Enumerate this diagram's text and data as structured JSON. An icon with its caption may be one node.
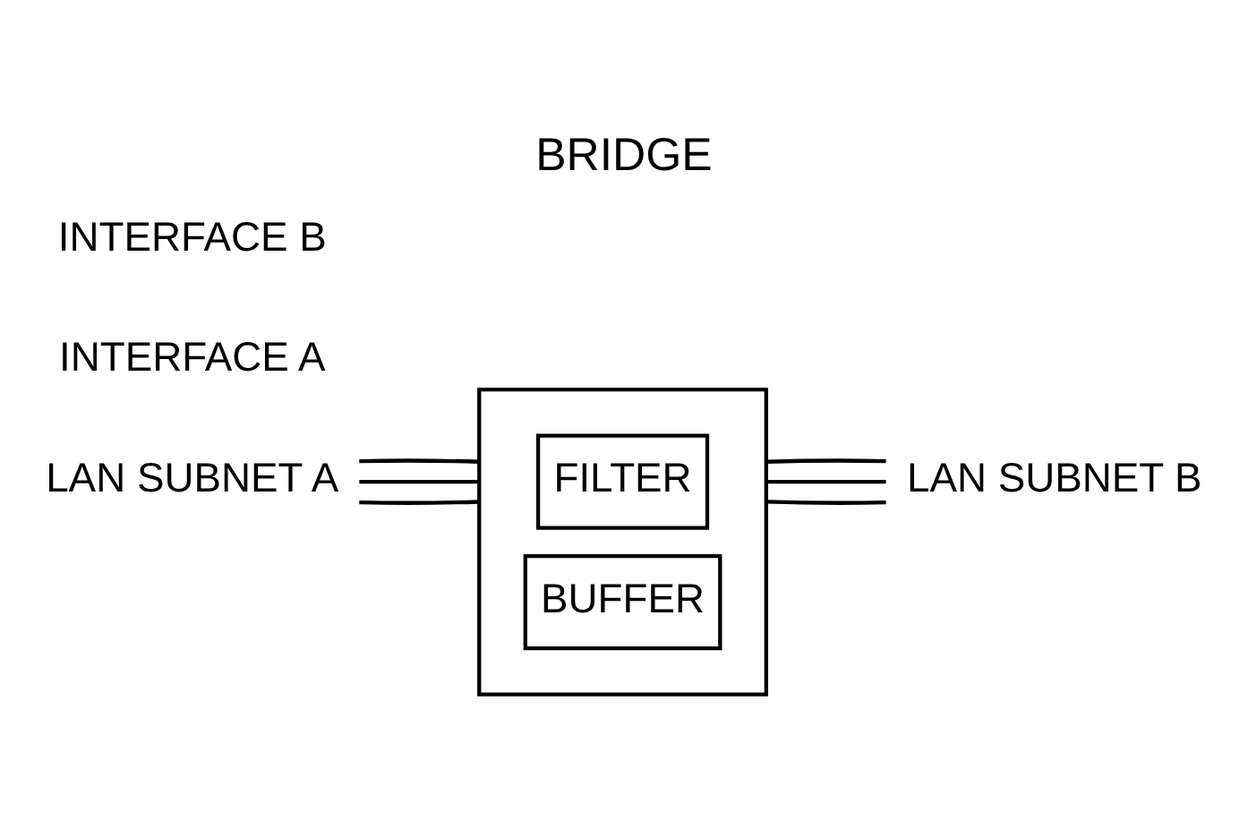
{
  "diagram": {
    "title": "BRIDGE",
    "nodes": [
      {
        "text": [
          "LAN SUBNET A"
        ]
      },
      {
        "text": [],
        "shape": "box"
      },
      {
        "text": [
          "FILTER"
        ],
        "in": 1
      },
      {
        "text": [
          "BUFFER"
        ],
        "in": 1
      },
      {
        "text": [
          "LAN SUBNET B"
        ]
      }
    ],
    "edges": [
      {
        "from": 0,
        "to": 1,
        "arrow": "none"
      },
      {
        "from": 0,
        "to": 1,
        "arrow": "none"
      },
      {
        "from": 0,
        "to": 1,
        "arrow": "none"
      },
      {
        "from": 1,
        "to": 4,
        "arrow": "none"
      },
      {
        "from": 1,
        "to": 4,
        "arrow": "none"
      },
      {
        "from": 1,
        "to": 4,
        "arrow": "none"
      }
    ],
    "labels": [
      "INTERFACE A",
      "INTERFACE B"
    ]
  }
}
